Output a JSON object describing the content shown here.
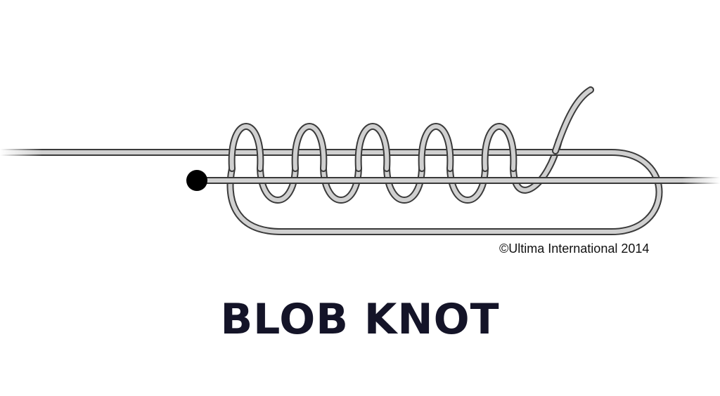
{
  "diagram": {
    "title": "BLOB KNOT",
    "copyright": "©Ultima International 2014",
    "colors": {
      "line_outline": "#3a3a3a",
      "line_fill": "#c8c8c8",
      "tag_end": "#000000",
      "title_text": "#141428"
    },
    "turns": 5
  }
}
